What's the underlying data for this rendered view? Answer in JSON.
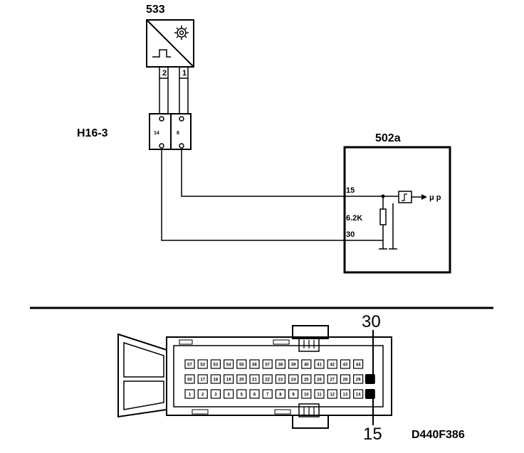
{
  "diagram": {
    "sensor": {
      "id": "533",
      "pins": [
        "2",
        "1"
      ]
    },
    "connector_inline": {
      "id": "H16-3",
      "pins": [
        "14",
        "8"
      ]
    },
    "module": {
      "id": "502a",
      "pin_top": "15",
      "pin_bottom": "30",
      "resistor": "6.2K",
      "output": "μ p"
    },
    "plug": {
      "row_top": [
        "57",
        "53",
        "53",
        "54",
        "55",
        "56",
        "57",
        "38",
        "39",
        "40",
        "41",
        "42",
        "43",
        "44"
      ],
      "row_mid": [
        "50",
        "17",
        "18",
        "19",
        "20",
        "21",
        "22",
        "23",
        "24",
        "25",
        "26",
        "27",
        "28",
        "29"
      ],
      "row_bot": [
        "1",
        "2",
        "3",
        "4",
        "5",
        "6",
        "7",
        "8",
        "9",
        "10",
        "11",
        "12",
        "13",
        "14"
      ],
      "callout_top": "30",
      "callout_bottom": "15"
    },
    "reference": "D440F386"
  }
}
